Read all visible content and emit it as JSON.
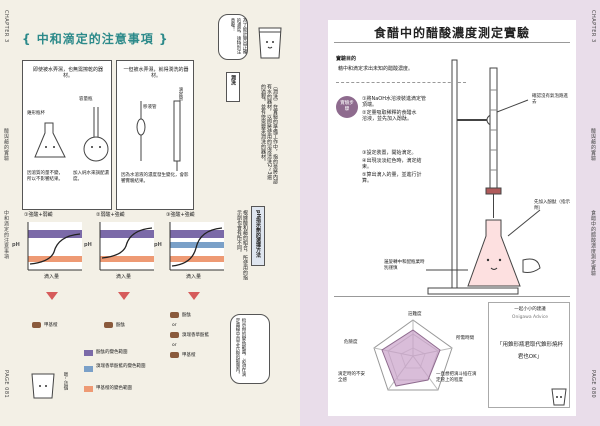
{
  "left_page": {
    "chapter": "CHAPTER 3",
    "side_label": "酸與鹼的實驗",
    "side_label2": "中和滴定的注意事項",
    "page_num": "PAGE 081",
    "title": "中和滴定的注意事項",
    "bubble_top": "為了能計算出正確的濃度，請特別注意喔！",
    "panel1": {
      "text": "即使被水弄濕，也無需擦乾的器材。",
      "label1": "錐形瓶杯",
      "label2": "容量瓶",
      "note1": "因溶質的量不變，所以不影響結果。",
      "note2": "加入純水來調配濃度。"
    },
    "panel2": {
      "text": "一但被水弄濕，就得潤洗的器材。",
      "label1": "移液管",
      "label2": "滴定管",
      "note": "因為水溶液的濃度發生變化，會影響實驗結果。"
    },
    "wash_heading": "潤洗",
    "wash_text": "〔潤洗〕在實驗的準備工作中，指的是將內部有水的器材，以即將使用的溶液清洗2~3遍的過程。並有依需要來潤洗的器材。",
    "ph_heading": "pH指示劑的選擇方法",
    "ph_text": "根據酸和鹼的組合，所使用的指示劑也會有所不同。",
    "graphs": [
      {
        "label": "①強酸+弱鹼"
      },
      {
        "label": "②弱酸+強鹼"
      },
      {
        "label": "③強酸+強鹼"
      }
    ],
    "ph_axis": "pH",
    "x_axis": "滴入量",
    "indicators": [
      "甲基橙",
      "酚酞",
      "酚酞",
      "or",
      "溴瑞香草酚藍",
      "or",
      "甲基橙"
    ],
    "legend": [
      {
        "text": "酚酞的變色範圍",
        "color": "#7b6aa8"
      },
      {
        "text": "溴瑞香草酚藍的變色範圍",
        "color": "#7aa0c8"
      },
      {
        "text": "甲基橙的變色範圍",
        "color": "#ee9a74"
      }
    ],
    "note_bottom": "指示劑的變色範圍，必須在滴定曲線中直立升起的範圍內。",
    "beaker_text": "嗯…這個"
  },
  "right_page": {
    "chapter": "CHAPTER 3",
    "side_label": "酸與鹼的實驗",
    "side_label2": "食醋中的醋酸濃度測定實驗",
    "page_num": "PAGE 080",
    "title": "食醋中的醋酸濃度測定實驗",
    "purpose_heading": "實驗目的",
    "purpose_text": "藉中和滴定求出未知的醋酸濃度。",
    "steps_badge": "實驗步驟",
    "steps": [
      "①將NaOH水溶液裝進滴定管頂端。",
      "②定量吸取稀釋的食醋水溶液，並先加入酚酞。",
      "③設定裝置，開始滴定。",
      "④出現淡淡紅色時，滴定結束。",
      "⑤算出滴入的量，並進行計算。"
    ],
    "note_top": "確認沒有氣泡跑進去",
    "note_mid": "先加入酚酞（指示劑）",
    "note_low": "邊旋轉中和配瓶業時別謹慎",
    "radar_labels": [
      "註難度",
      "所需時間",
      "危險度",
      "滴定時的不安全感",
      "一直想把滴斗插在滴定管上的程度"
    ],
    "advice_heading": "一起小小的建議",
    "advice_sub": "Onigawa Advice",
    "advice_text": "「用錐形瓶君取代錐形燒杯君也OK」"
  }
}
